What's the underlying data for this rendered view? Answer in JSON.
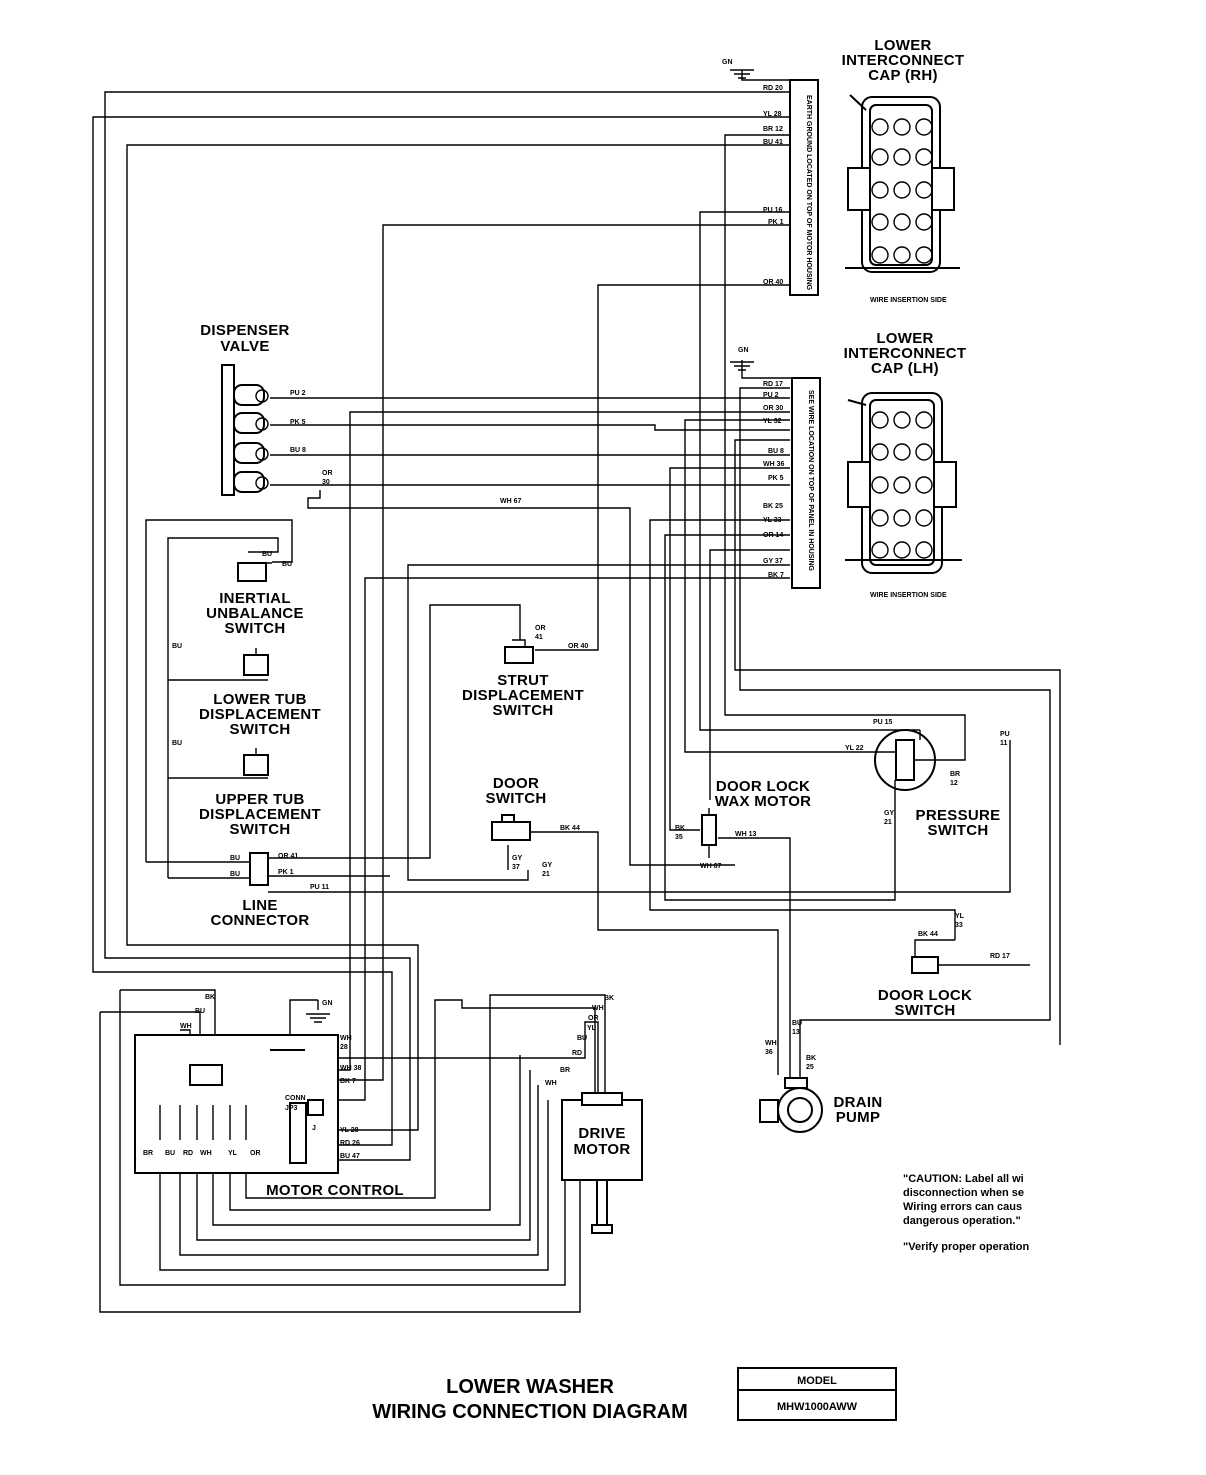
{
  "title": {
    "line1": "LOWER  WASHER",
    "line2": "WIRING CONNECTION DIAGRAM"
  },
  "model": {
    "header": "MODEL",
    "value": "MHW1000AWW"
  },
  "components": {
    "cap_rh": [
      "LOWER",
      "INTERCONNECT",
      "CAP (RH)"
    ],
    "cap_lh": [
      "LOWER",
      "INTERCONNECT",
      "CAP (LH)"
    ],
    "dispenser_valve": [
      "DISPENSER",
      "VALVE"
    ],
    "inertial_switch": [
      "INERTIAL",
      "UNBALANCE",
      "SWITCH"
    ],
    "lower_tub_switch": [
      "LOWER TUB",
      "DISPLACEMENT",
      "SWITCH"
    ],
    "upper_tub_switch": [
      "UPPER TUB",
      "DISPLACEMENT",
      "SWITCH"
    ],
    "strut_switch": [
      "STRUT",
      "DISPLACEMENT",
      "SWITCH"
    ],
    "door_switch": [
      "DOOR",
      "SWITCH"
    ],
    "door_lock_wax_motor": [
      "DOOR LOCK",
      "WAX MOTOR"
    ],
    "pressure_switch": [
      "PRESSURE",
      "SWITCH"
    ],
    "line_connector": [
      "LINE",
      "CONNECTOR"
    ],
    "door_lock_switch": [
      "DOOR LOCK",
      "SWITCH"
    ],
    "drain_pump": [
      "DRAIN",
      "PUMP"
    ],
    "drive_motor": [
      "DRIVE",
      "MOTOR"
    ],
    "motor_control": [
      "MOTOR CONTROL"
    ]
  },
  "caution": [
    "\"CAUTION: Label all wi",
    "disconnection when se",
    "Wiring errors can caus",
    "dangerous operation.\"",
    "",
    "\"Verify proper operation"
  ],
  "wire_labels": {
    "gn_top": "GN",
    "gn_mid": "GN",
    "gn_mc": "GN",
    "rh_rd20": "RD 20",
    "rh_yl28": "YL 28",
    "rh_br12": "BR 12",
    "rh_bu41": "BU 41",
    "rh_pu16": "PU 16",
    "rh_pk1": "PK 1",
    "rh_or40": "OR 40",
    "lh_rd17": "RD 17",
    "lh_pu2": "PU 2",
    "lh_or30": "OR 30",
    "lh_yl32": "YL 32",
    "lh_bu8": "BU 8",
    "lh_wh36": "WH 36",
    "lh_pk5": "PK 5",
    "lh_bk25": "BK 25",
    "lh_yl33": "YL 33",
    "lh_or14": "OR 14",
    "lh_gy37": "GY 37",
    "lh_bk7": "BK 7",
    "dv_pu2": "PU 2",
    "dv_pk5": "PK 5",
    "dv_bu8": "BU 8",
    "dv_or": "OR",
    "dv_or_num": "30",
    "wh67": "WH 67",
    "iu_bu1": "BU",
    "iu_bu2": "BU",
    "side_bu1": "BU",
    "side_bu2": "BU",
    "strut_or": "OR",
    "strut_or_num": "41",
    "strut_or40": "OR 40",
    "lc_bu1": "BU",
    "lc_or41": "OR 41",
    "lc_bu2": "BU",
    "lc_pk1": "PK 1",
    "lc_pu11": "PU 11",
    "ds_bk44": "BK 44",
    "ds_gy": "GY",
    "ds_gy_num": "37",
    "ds_gy2": "GY",
    "ds_gy2_num": "21",
    "wax_bk": "BK",
    "wax_bk_num": "35",
    "wax_wh13": "WH 13",
    "wax_wh67": "WH 67",
    "ps_pu15": "PU 15",
    "ps_yl22": "YL 22",
    "ps_br": "BR",
    "ps_br_num": "12",
    "ps_gy": "GY",
    "ps_gy_num": "21",
    "ps_pu": "PU",
    "ps_pu_num": "11",
    "dls_bk44": "BK 44",
    "dls_yl": "YL",
    "dls_yl_num": "33",
    "dls_rd17": "RD 17",
    "dp_wh": "WH",
    "dp_wh_num": "36",
    "dp_bu": "BU",
    "dp_bu_num": "13",
    "dp_bk": "BK",
    "dp_bk_num": "25",
    "mc_bk": "BK",
    "mc_bu": "BU",
    "mc_wh": "WH",
    "mc_wh28": "WH",
    "mc_wh28_num": "28",
    "mc_wh38": "WH 38",
    "mc_bk7": "BK 7",
    "mc_yl28": "YL 28",
    "mc_rd26": "RD 26",
    "mc_bu47": "BU 47",
    "mc_br": "BR",
    "mc_rd": "RD",
    "mc_wh_b": "WH",
    "mc_yl": "YL",
    "mc_or": "OR",
    "dm_bk": "BK",
    "dm_wh": "WH",
    "dm_or": "OR",
    "dm_yl": "YL",
    "dm_bu": "BU",
    "dm_rd": "RD",
    "dm_br": "BR",
    "dm_wh2": "WH",
    "rh_connector_text": "EARTH GROUND LOCATED ON TOP OF MOTOR HOUSING",
    "lh_connector_text": "SEE WIRE LOCATION ON TOP OF PANEL IN HOUSING",
    "rh_caption": "WIRE INSERTION SIDE",
    "lh_caption": "WIRE INSERTION SIDE",
    "mc_conn": "CONN",
    "mc_jp": "JP3",
    "mc_j": "J"
  }
}
